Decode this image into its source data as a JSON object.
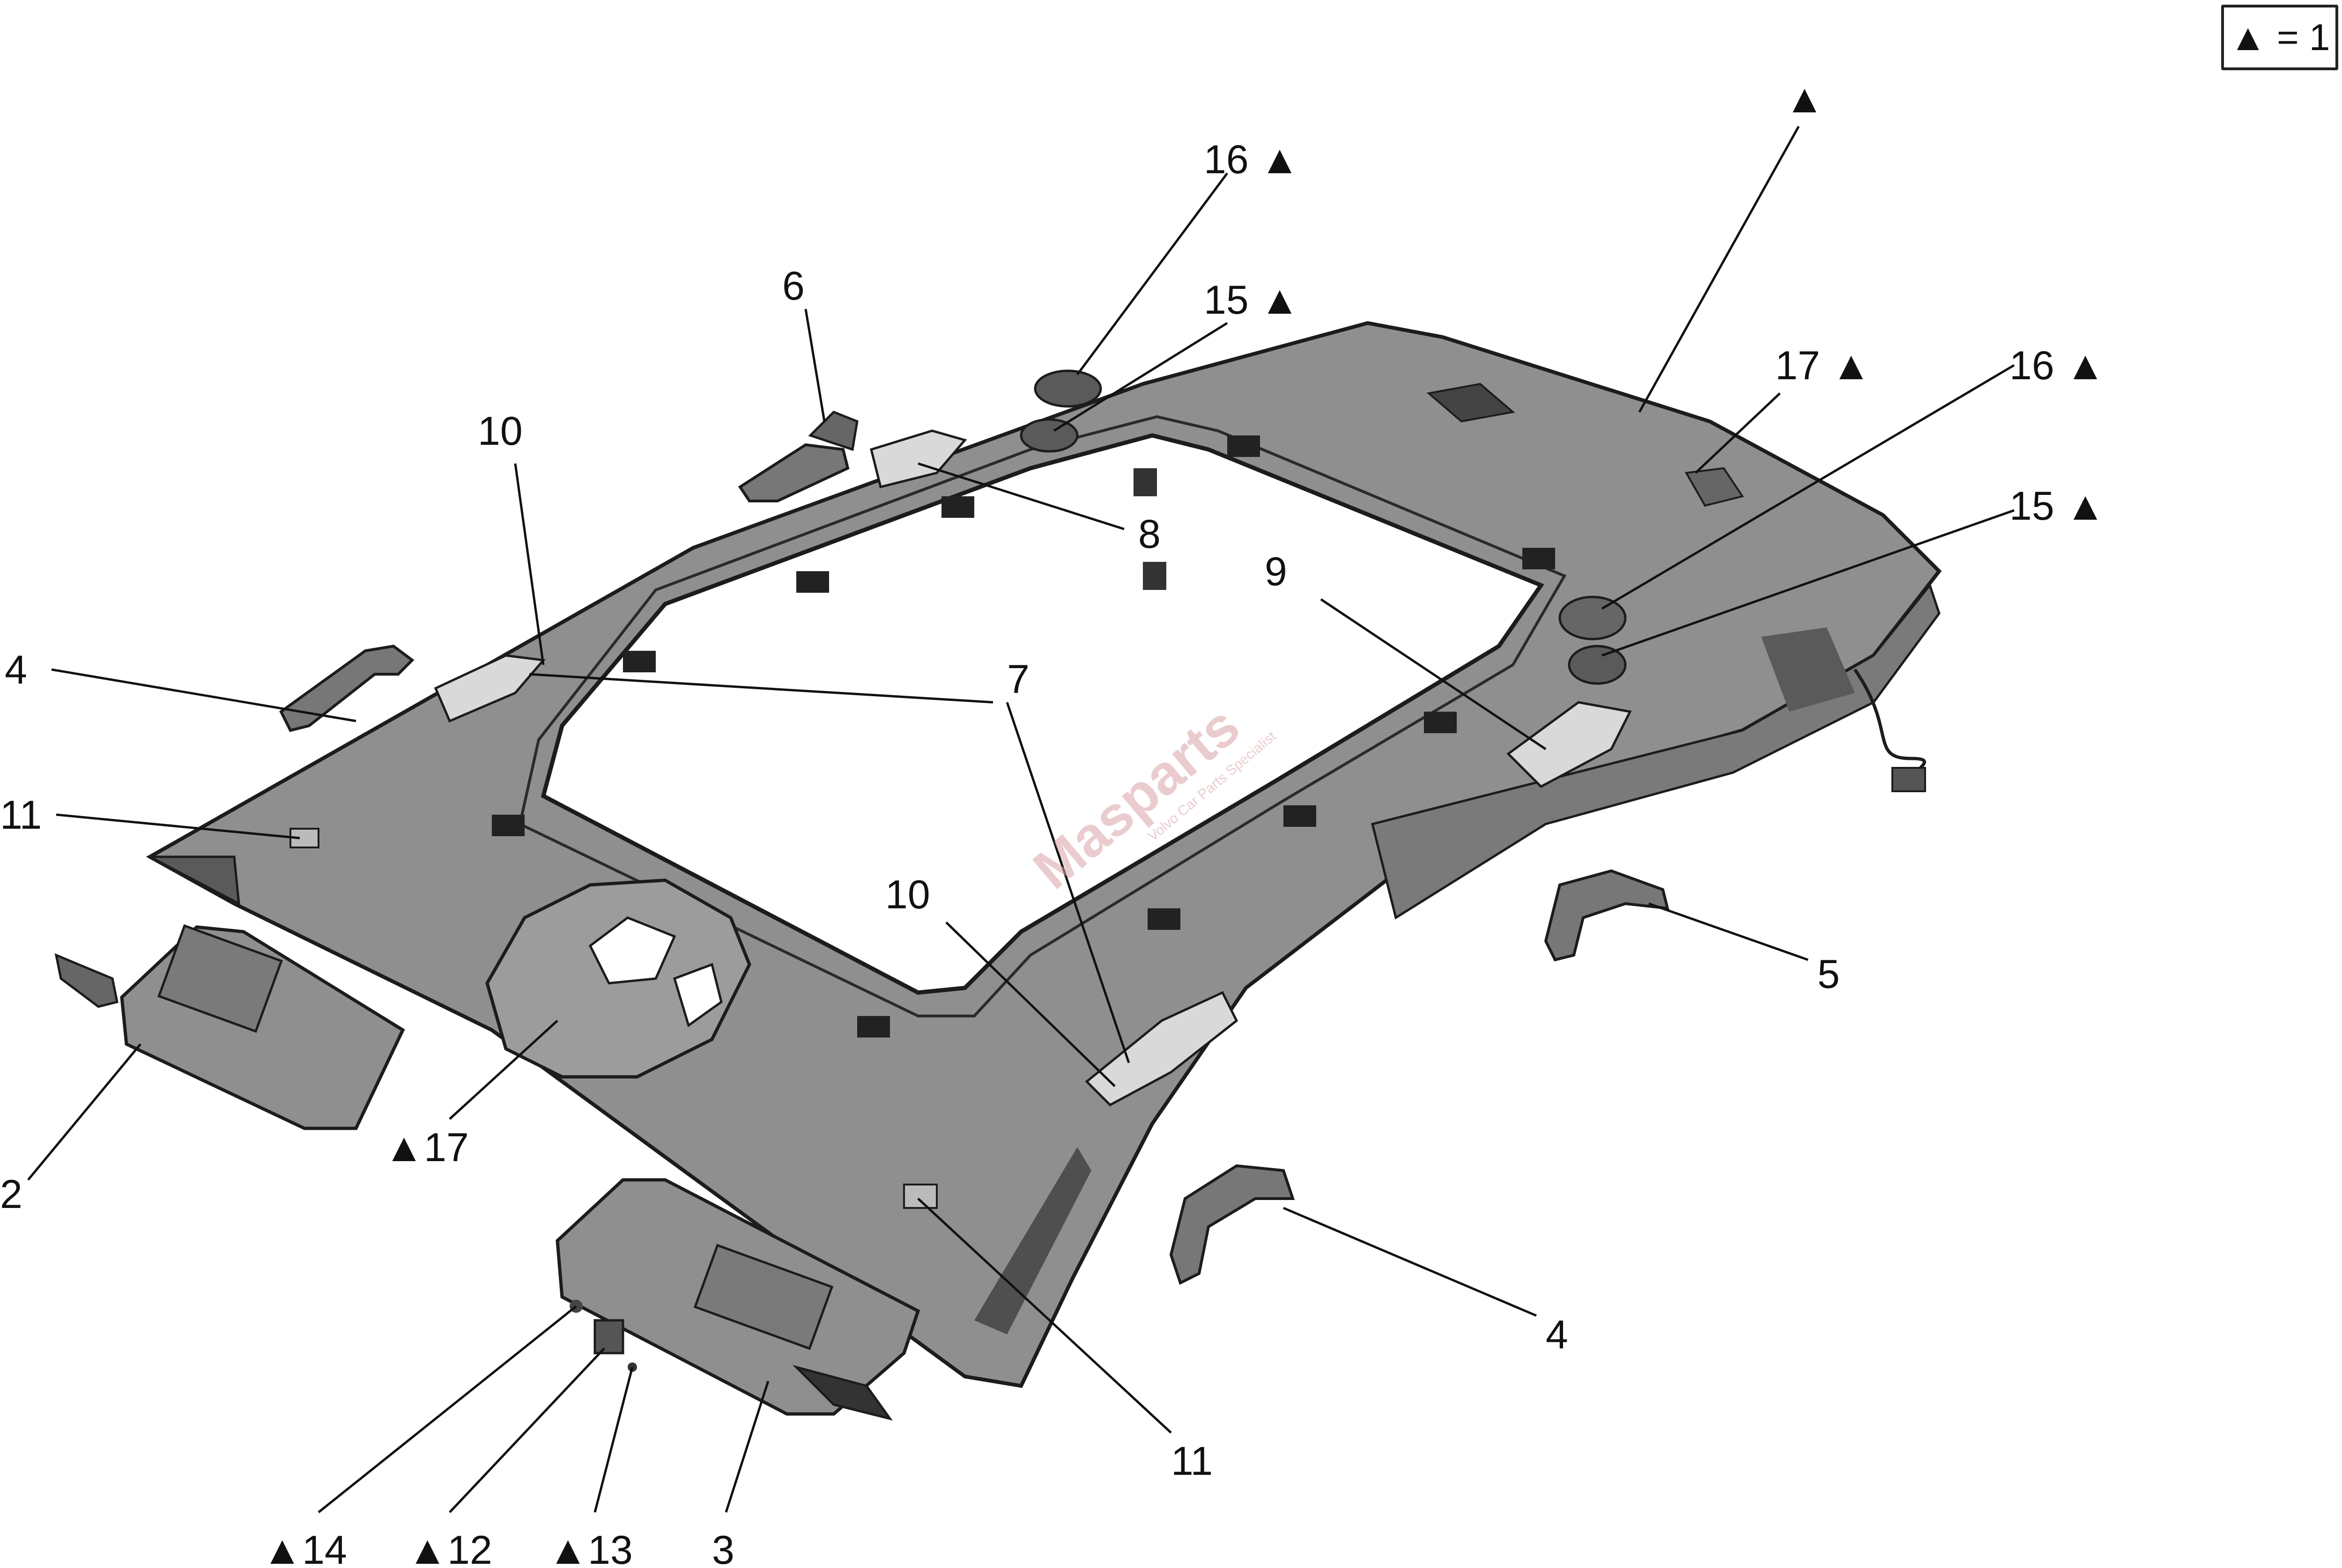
{
  "legend": {
    "text": "▲ = 1"
  },
  "watermark": {
    "brand": "Masparts",
    "tagline": "Volvo Car Parts Specialist"
  },
  "callouts": {
    "c_top_tri": "▲",
    "c16a": "16 ▲",
    "c15a": "15 ▲",
    "c6": "6",
    "c10a": "10",
    "c8": "8",
    "c17a": "17 ▲",
    "c16b": "16 ▲",
    "c15b": "15 ▲",
    "c9": "9",
    "c7": "7",
    "c4a": "4",
    "c11a": "11",
    "c10b": "10",
    "c5": "5",
    "c17b": "▲17",
    "c2": "2",
    "c4b": "4",
    "c11b": "11",
    "c14": "▲14",
    "c12": "▲12",
    "c13": "▲13",
    "c3": "3"
  },
  "colors": {
    "panel": "#8f8f8f",
    "panel_dark": "#6d6d6d",
    "outline": "#1c1c1c",
    "highlight": "#d9d9d9"
  }
}
